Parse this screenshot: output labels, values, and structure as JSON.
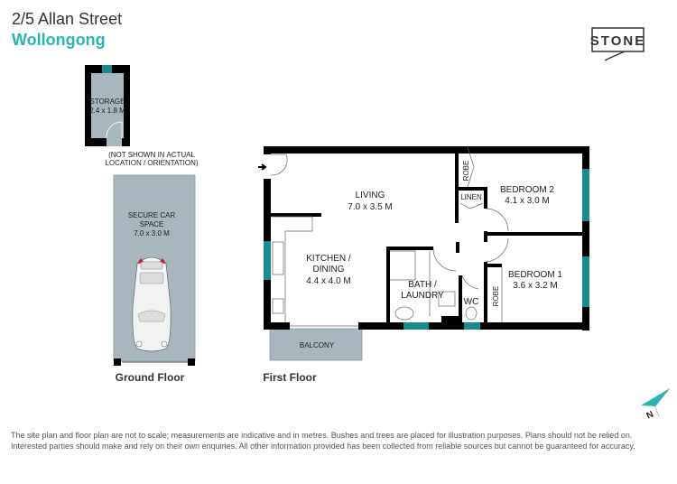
{
  "header": {
    "address": "2/5 Allan Street",
    "suburb": "Wollongong"
  },
  "logo": {
    "text": "STONE"
  },
  "colors": {
    "accent": "#2bb5b0",
    "window": "#1a8a8f",
    "wall": "#000000",
    "outdoor_fill": "#a7b7bd"
  },
  "ground_floor": {
    "title": "Ground Floor",
    "storage": {
      "name": "STORAGE",
      "size": "2.4 x 1.8 M"
    },
    "note": [
      "(NOT SHOWN IN ACTUAL",
      "LOCATION / ORIENTATION)"
    ],
    "car_space": {
      "name": [
        "SECURE CAR",
        "SPACE"
      ],
      "size": "7.0 x 3.0 M"
    }
  },
  "first_floor": {
    "title": "First Floor",
    "rooms": {
      "living": {
        "name": "LIVING",
        "size": "7.0 x 3.5 M"
      },
      "kitchen": {
        "name": [
          "KITCHEN /",
          "DINING"
        ],
        "size": "4.4 x 4.0 M"
      },
      "bedroom2": {
        "name": "BEDROOM 2",
        "size": "4.1 x 3.0 M"
      },
      "bedroom1": {
        "name": "BEDROOM 1",
        "size": "3.6 x 3.2 M"
      },
      "bath": {
        "name": [
          "BATH /",
          "LAUNDRY"
        ]
      },
      "wc": {
        "name": "WC"
      },
      "robe_top": {
        "name": "ROBE"
      },
      "robe_bottom": {
        "name": "ROBE"
      },
      "linen": {
        "name": "LINEN"
      },
      "balcony": {
        "name": "BALCONY"
      }
    }
  },
  "compass": {
    "label": "N"
  },
  "disclaimer": "The site plan and floor plan are not to scale; measurements are indicative and in metres. Bushes and trees are placed for illustration purposes. Plans should not be relied on. Interested parties should make and rely on their own enquiries. All other information provided has been collected from reliable sources but cannot be guaranteed for accuracy."
}
